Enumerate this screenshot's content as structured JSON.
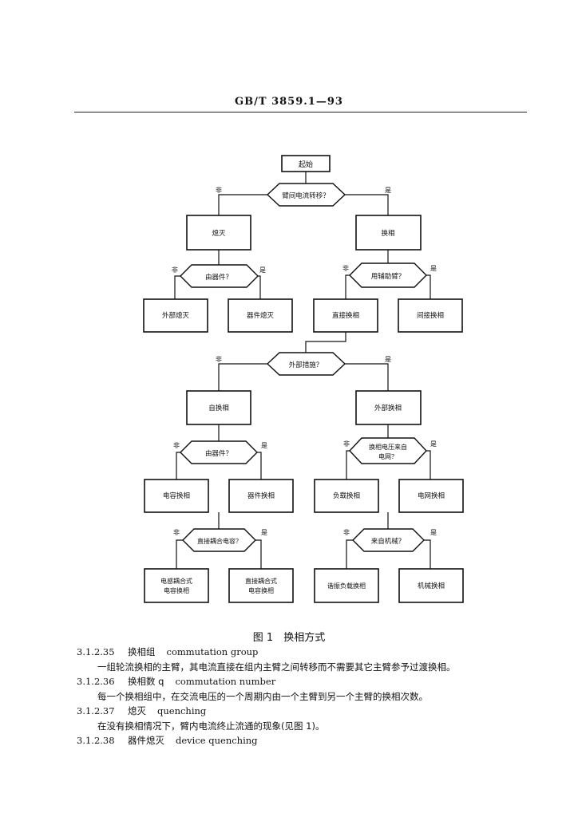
{
  "header": {
    "standard": "GB/T 3859.1—93"
  },
  "flowchart": {
    "start": "起始",
    "nodes": {
      "q_arm_transfer": "臂间电流转移？",
      "extinction": "熄灭",
      "commutation": "换相",
      "q_by_device": "由器件？",
      "external_extinction": "外部熄灭",
      "device_extinction": "器件熄灭",
      "q_aux_arm": "用辅助臂？",
      "direct_commutation": "直接换相",
      "indirect_commutation": "间接换相",
      "q_external_measure": "外部措施？",
      "self_commutation": "自换相",
      "external_commutation": "外部换相",
      "q_by_device_2": "由器件？",
      "capacitor_commutation": "电容换相",
      "device_commutation": "器件换相",
      "q_commutation_voltage_from_grid": [
        "换相电压来自",
        "电网？"
      ],
      "load_commutation": "负载换相",
      "grid_commutation": "电网换相",
      "q_direct_coupled_capacitor": "直接耦合电容？",
      "q_from_motor": "来自机械？",
      "inductive_coupled_capacitor_commutation": [
        "电感耦合式",
        "电容换相"
      ],
      "direct_coupled_capacitor_commutation": [
        "直接耦合式",
        "电容换相"
      ],
      "resonant_load_commutation": "谐振负载换相",
      "machine_commutation": "机械换相"
    },
    "no_label": "非",
    "yes_label": "是"
  },
  "figure_caption": "图 1　换相方式",
  "definitions": [
    {
      "number": "3.1.2.35",
      "term": "换相组",
      "english": "commutation group",
      "description": "一组轮流换相的主臂，其电流直接在组内主臂之间转移而不需要其它主臂参予过渡换相。"
    },
    {
      "number": "3.1.2.36",
      "term": "换相数 q",
      "english": "commutation number",
      "description": "每一个换相组中，在交流电压的一个周期内由一个主臂到另一个主臂的换相次数。"
    },
    {
      "number": "3.1.2.37",
      "term": "熄灭",
      "english": "quenching",
      "description": "在没有换相情况下，臂内电流终止流通的现象(见图 1)。"
    },
    {
      "number": "3.1.2.38",
      "term": "器件熄灭",
      "english": "device quenching",
      "description": ""
    }
  ]
}
